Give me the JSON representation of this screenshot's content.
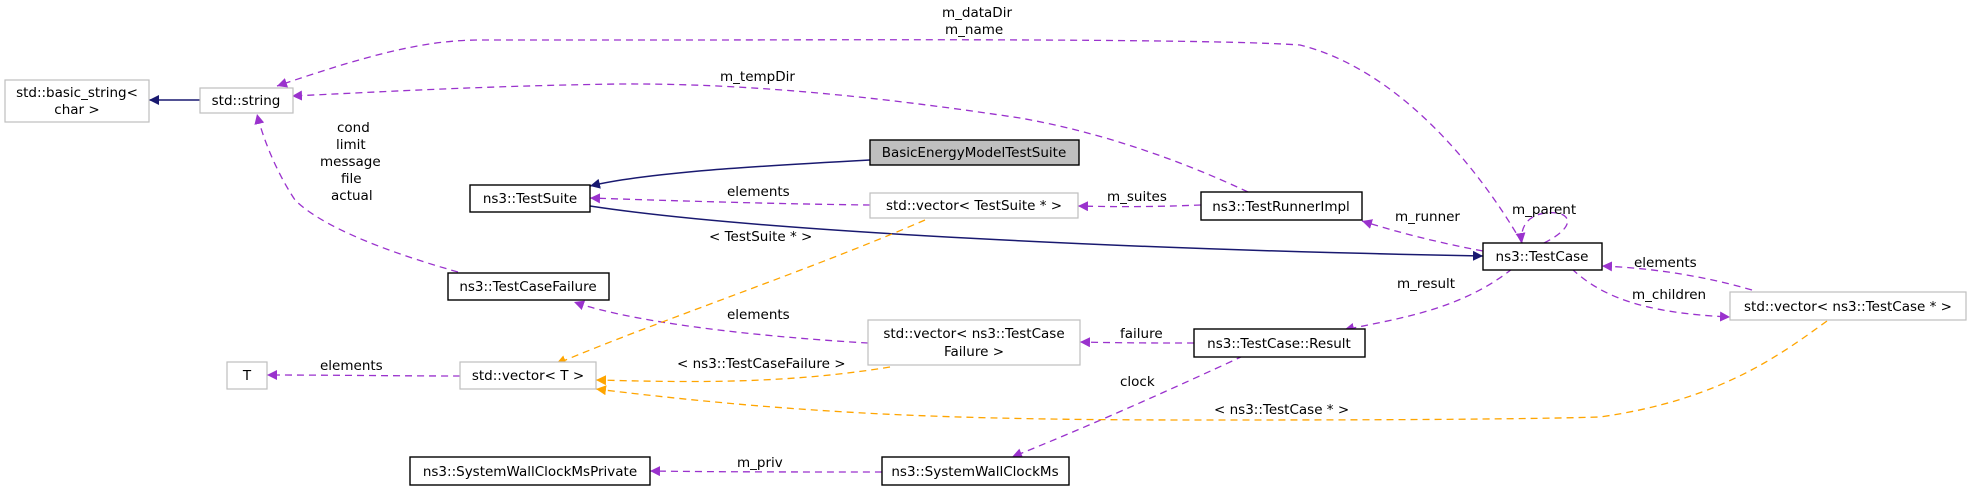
{
  "nodes": {
    "basic_string": {
      "line1": "std::basic_string<",
      "line2": "char >"
    },
    "string": {
      "label": "std::string"
    },
    "basic_energy": {
      "label": "BasicEnergyModelTestSuite"
    },
    "test_suite": {
      "label": "ns3::TestSuite"
    },
    "vector_testsuite": {
      "label": "std::vector< TestSuite * >"
    },
    "test_runner_impl": {
      "label": "ns3::TestRunnerImpl"
    },
    "test_case": {
      "label": "ns3::TestCase"
    },
    "test_case_failure": {
      "label": "ns3::TestCaseFailure"
    },
    "vector_failure": {
      "line1": "std::vector< ns3::TestCase",
      "line2": "Failure >"
    },
    "test_case_result": {
      "label": "ns3::TestCase::Result"
    },
    "vector_testcase": {
      "label": "std::vector< ns3::TestCase * >"
    },
    "t": {
      "label": "T"
    },
    "vector_t": {
      "label": "std::vector< T >"
    },
    "clock_private": {
      "label": "ns3::SystemWallClockMsPrivate"
    },
    "clock": {
      "label": "ns3::SystemWallClockMs"
    }
  },
  "edge_labels": {
    "m_datadir": "m_dataDir",
    "m_name": "m_name",
    "m_tempdir": "m_tempDir",
    "failure_fields": [
      "cond",
      "limit",
      "message",
      "file",
      "actual"
    ],
    "elements_suites": "elements",
    "m_suites": "m_suites",
    "m_runner": "m_runner",
    "m_parent": "m_parent",
    "tmpl_testsuite": "< TestSuite * >",
    "elements_failure": "elements",
    "m_result": "m_result",
    "elements_testcase": "elements",
    "m_children": "m_children",
    "failure": "failure",
    "elements_t": "elements",
    "tmpl_failure": "< ns3::TestCaseFailure >",
    "clock": "clock",
    "tmpl_testcase": "< ns3::TestCase * >",
    "m_priv": "m_priv"
  },
  "colors": {
    "inheritance": "#191970",
    "usage": "#9a32cd",
    "template": "#ffa500",
    "highlight_fill": "#bfbfbf"
  }
}
